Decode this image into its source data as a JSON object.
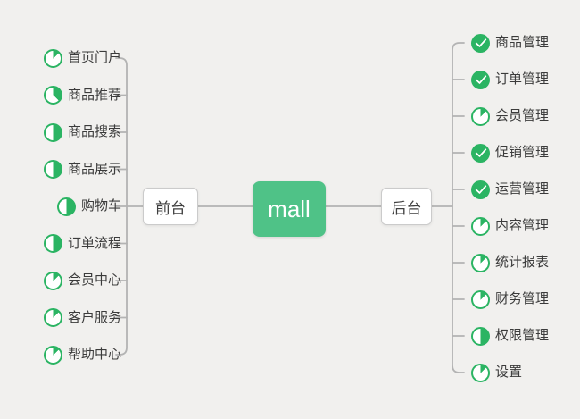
{
  "theme": {
    "background": "#f1f0ee",
    "connector_color": "#b3b3b3",
    "root_color": "#4fc287",
    "icon_color": "#2bb463",
    "node_border": "#cbcbcb",
    "text_color": "#3b3b3b"
  },
  "root": {
    "label": "mall"
  },
  "branches": [
    {
      "label": "前台",
      "side": "left",
      "items": [
        {
          "label": "首页门户",
          "icon": "progress-1-8"
        },
        {
          "label": "商品推荐",
          "icon": "progress-3-8"
        },
        {
          "label": "商品搜索",
          "icon": "progress-4-8"
        },
        {
          "label": "商品展示",
          "icon": "progress-4-8"
        },
        {
          "label": "购物车",
          "icon": "progress-4-8"
        },
        {
          "label": "订单流程",
          "icon": "progress-4-8"
        },
        {
          "label": "会员中心",
          "icon": "progress-1-8"
        },
        {
          "label": "客户服务",
          "icon": "progress-1-8"
        },
        {
          "label": "帮助中心",
          "icon": "progress-1-8"
        }
      ]
    },
    {
      "label": "后台",
      "side": "right",
      "items": [
        {
          "label": "商品管理",
          "icon": "done"
        },
        {
          "label": "订单管理",
          "icon": "done"
        },
        {
          "label": "会员管理",
          "icon": "progress-1-8"
        },
        {
          "label": "促销管理",
          "icon": "done"
        },
        {
          "label": "运营管理",
          "icon": "done"
        },
        {
          "label": "内容管理",
          "icon": "progress-1-8"
        },
        {
          "label": "统计报表",
          "icon": "progress-1-8"
        },
        {
          "label": "财务管理",
          "icon": "progress-1-8"
        },
        {
          "label": "权限管理",
          "icon": "progress-4-8"
        },
        {
          "label": "设置",
          "icon": "progress-1-8"
        }
      ]
    }
  ]
}
